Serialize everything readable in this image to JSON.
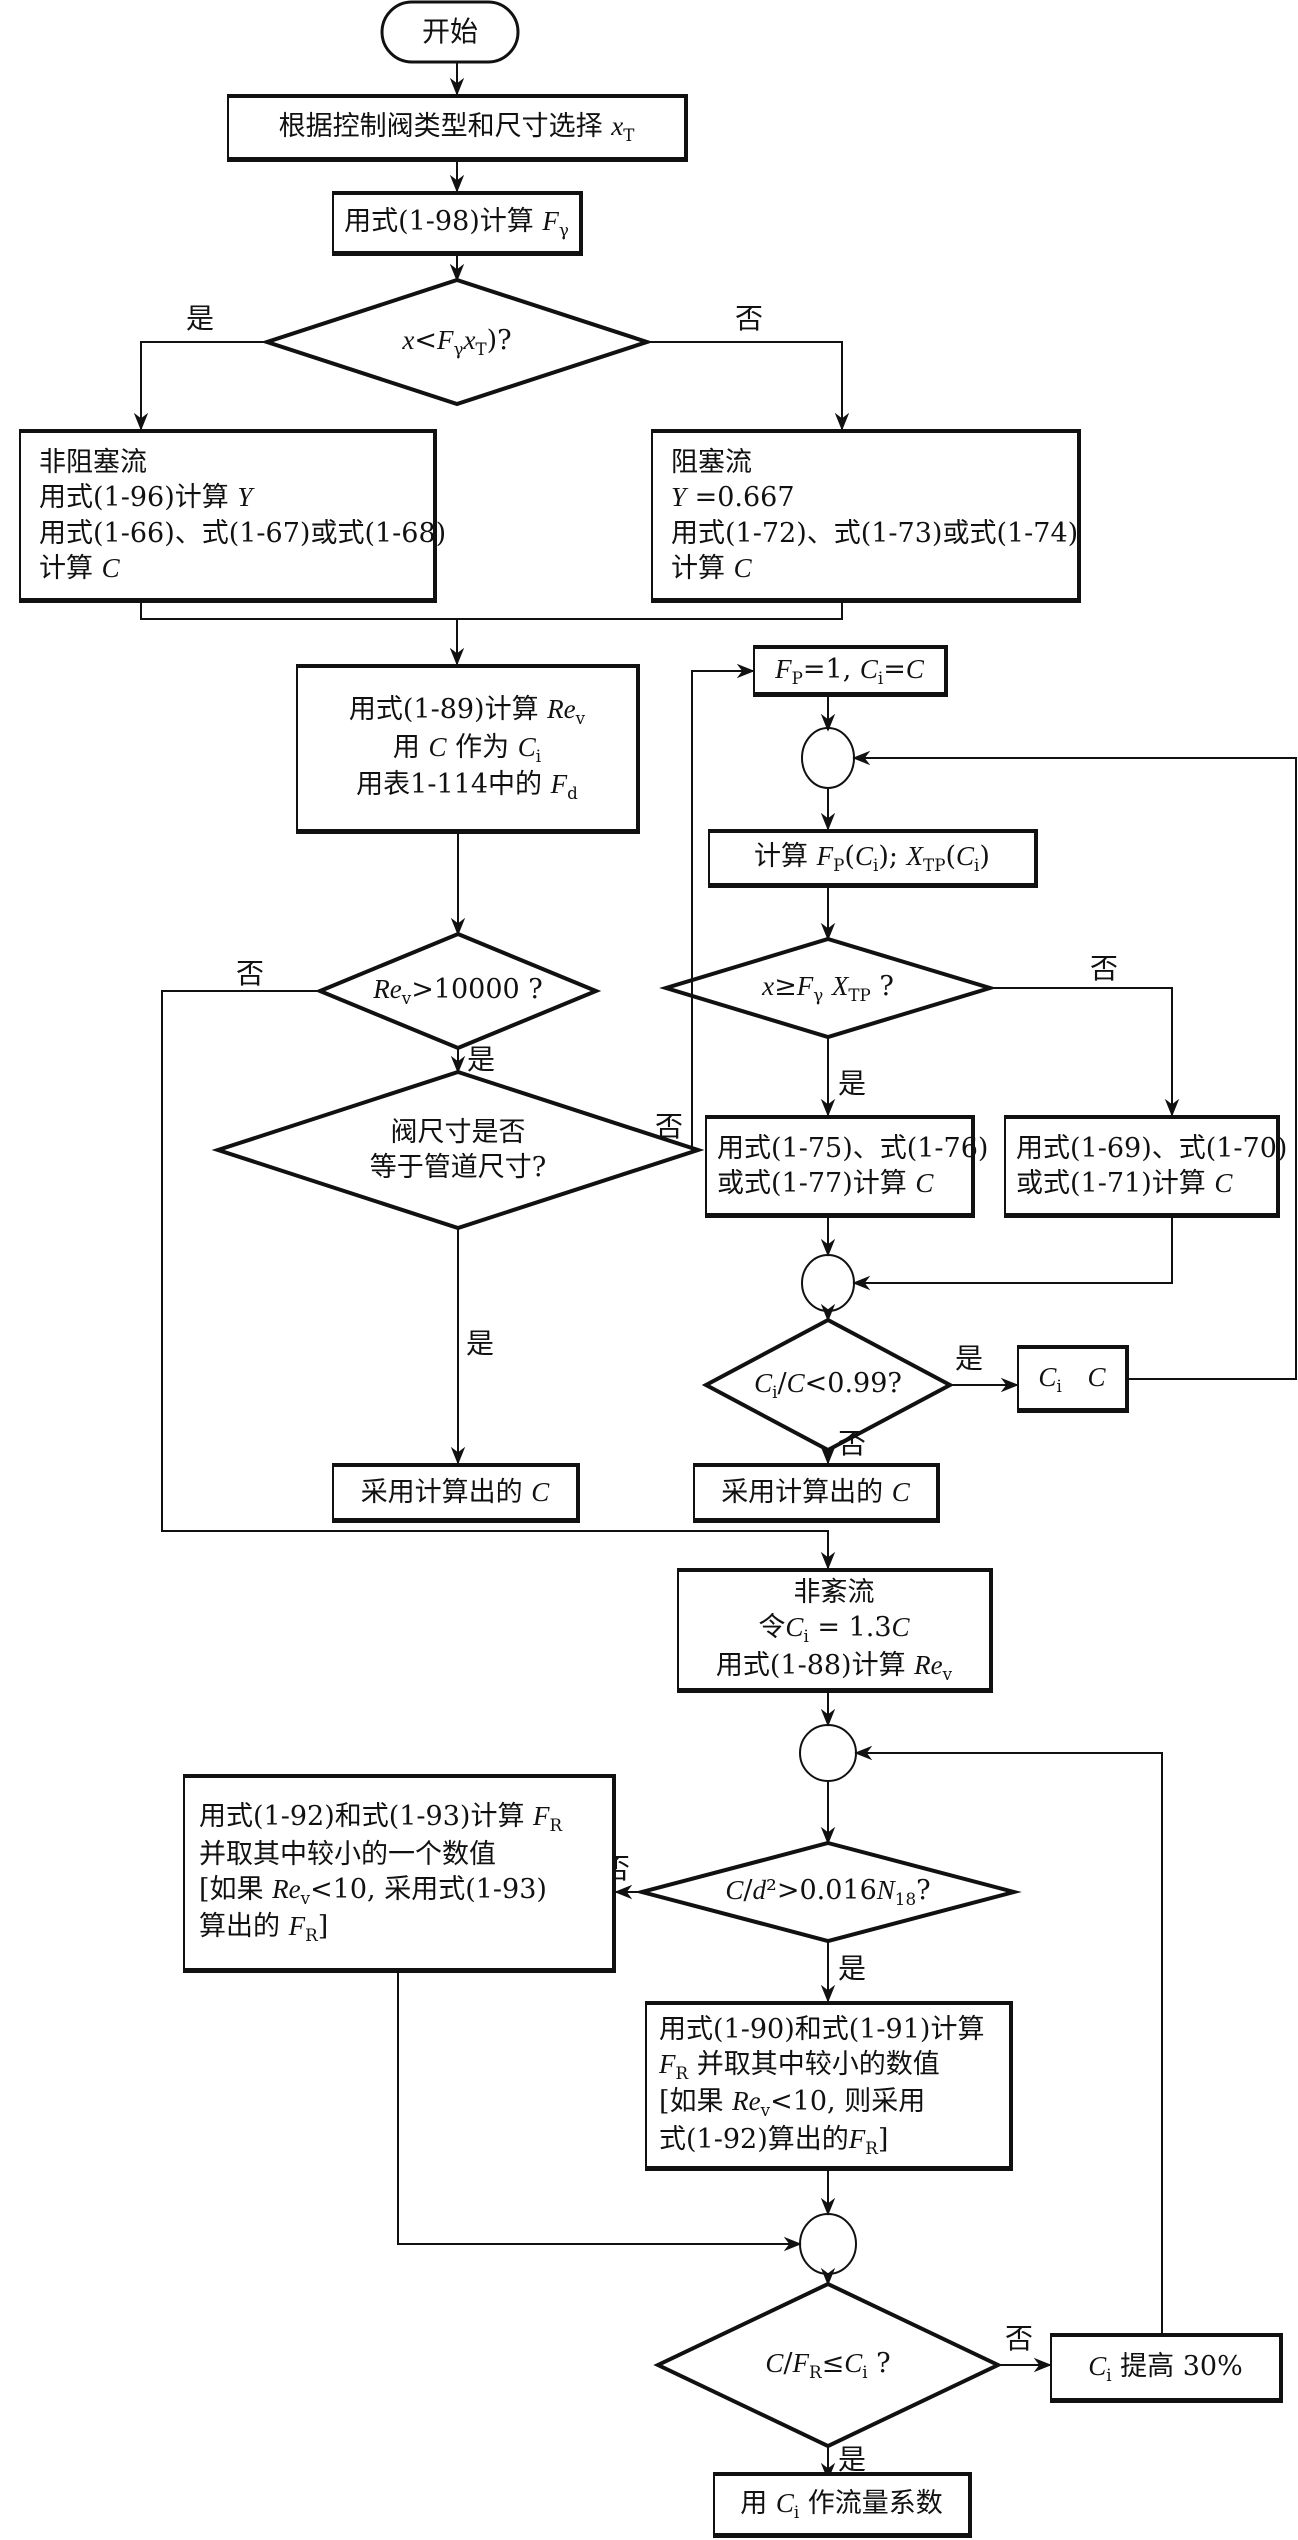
{
  "title": "控制阀流量系数计算流程图",
  "nodes": {
    "start": {
      "text": "开始"
    },
    "select_xt": {
      "text": "根据控制阀类型和尺寸选择 xT"
    },
    "calc_fgamma": {
      "text": "用式(1-98)计算 Fγ"
    },
    "decision_choked": {
      "text": "x<FγxT)?"
    },
    "non_choked": {
      "lines": [
        "非阻塞流",
        "用式(1-96)计算 Y",
        "用式(1-66)、式(1-67)或式(1-68)",
        "计算 C"
      ]
    },
    "choked": {
      "lines": [
        "阻塞流",
        "Y =0.667",
        "用式(1-72)、式(1-73)或式(1-74)",
        "计算 C"
      ]
    },
    "calc_rev": {
      "lines": [
        "用式(1-89)计算 Rev",
        "用 C 作为 Ci",
        "用表1-114中的 Fd"
      ]
    },
    "fp_init": {
      "text": "FP=1, Ci=C"
    },
    "calc_fp_xtp": {
      "text": "计算 FP(Ci); XTP(Ci)"
    },
    "decision_rev": {
      "text": "Rev>10000 ?"
    },
    "decision_size": {
      "lines": [
        "阀尺寸是否",
        "等于管道尺寸?"
      ]
    },
    "decision_xtp": {
      "text": "x≥Fγ XTP ?"
    },
    "calc_c_75": {
      "lines": [
        "用式(1-75)、式(1-76)",
        "或式(1-77)计算 C"
      ]
    },
    "calc_c_69": {
      "lines": [
        "用式(1-69)、式(1-70)",
        "或式(1-71)计算 C"
      ]
    },
    "decision_ratio": {
      "text": "Ci/C<0.99?"
    },
    "assign_ci": {
      "text": "Ci  C"
    },
    "use_c_left": {
      "text": "采用计算出的 C"
    },
    "use_c_right": {
      "text": "采用计算出的 C"
    },
    "laminar": {
      "lines": [
        "非紊流",
        "令Ci = 1.3C",
        "用式(1-88)计算 Rev"
      ]
    },
    "decision_cd2": {
      "text": "C/d²>0.016N18?"
    },
    "fr_left": {
      "lines": [
        "用式(1-92)和式(1-93)计算 FR",
        "并取其中较小的一个数值",
        "[如果 Rev<10, 采用式(1-93)",
        "算出的 FR]"
      ]
    },
    "fr_right": {
      "lines": [
        "用式(1-90)和式(1-91)计算",
        "FR 并取其中较小的数值",
        "[如果 Rev<10, 则采用",
        "式(1-92)算出的FR]"
      ]
    },
    "decision_cfr": {
      "text": "C/FR≤Ci ?"
    },
    "increase_ci": {
      "text": "Ci 提高 30%"
    },
    "final": {
      "text": "用 Ci 作流量系数"
    }
  },
  "labels": {
    "yes": "是",
    "no": "否"
  }
}
